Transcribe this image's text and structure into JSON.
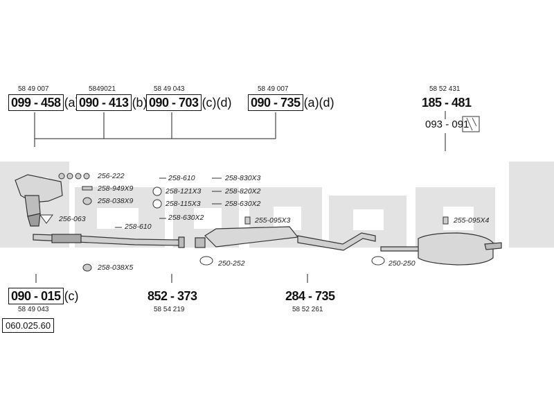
{
  "brand": {
    "watermark": "bosal",
    "accent": "#e3e3e3"
  },
  "diagram_ref": "060.025.60",
  "top_parts": [
    {
      "oem": "58 49 007",
      "part": "099 - 458",
      "suffix": "(a)"
    },
    {
      "oem": "5849021",
      "part": "090 - 413",
      "suffix": "(b)"
    },
    {
      "oem": "58 49 043",
      "part": "090 - 703",
      "suffix": "(c)(d)"
    },
    {
      "oem": "58 49 007",
      "part": "090 - 735",
      "suffix": "(a)(d)"
    }
  ],
  "rear_mount": {
    "oem": "58 52 431",
    "part": "185 - 481",
    "bracket": "093 - 091"
  },
  "bottom_parts": [
    {
      "part": "090 - 015",
      "suffix": "(c)",
      "oem": "58 49 043"
    },
    {
      "part": "852 - 373",
      "oem": "58 54 219"
    },
    {
      "part": "284 - 735",
      "oem": "58 52 261"
    }
  ],
  "accessories": {
    "a256_222": "256-222",
    "a258_949": "258-949X9",
    "a258_038_9": "258-038X9",
    "a256_063": "256-063",
    "a258_610a": "258-610",
    "a258_038_5": "258-038X5",
    "a258_610b": "258-610",
    "a258_121": "258-121X3",
    "a258_115": "258-115X3",
    "a258_630_2a": "258-630X2",
    "a258_830": "258-830X3",
    "a258_820": "258-820X2",
    "a258_630_2b": "258-630X2",
    "a255_095_3": "255-095X3",
    "a250_252": "250-252",
    "a255_095_4": "255-095X4",
    "a250_250": "250-250"
  }
}
